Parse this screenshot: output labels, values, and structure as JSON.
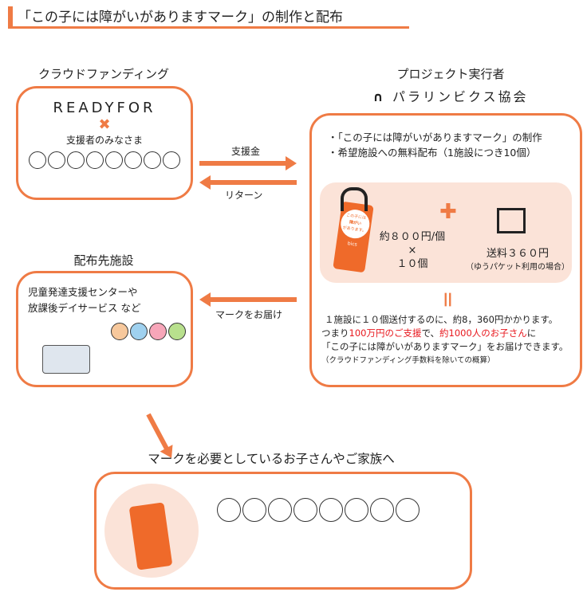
{
  "title": "「この子には障がいがありますマーク」の制作と配布",
  "crowdfunding": {
    "heading": "クラウドファンディング",
    "platform": "READYFOR",
    "cross": "✖",
    "supporters": "支援者のみなさま"
  },
  "flows": {
    "support": "支援金",
    "return": "リターン",
    "deliver": "マークをお届け"
  },
  "project": {
    "heading": "プロジェクト実行者",
    "org": "パラリンビクス協会",
    "bullets": [
      "・「この子には障がいがありますマーク」の制作",
      "・希望施設への無料配布（1施設につき10個）"
    ],
    "unit_price": "約８００円/個",
    "times": "×",
    "quantity": "１０個",
    "plus": "✚",
    "shipping": "送料３６０円",
    "shipping_note": "（ゆうパケット利用の場合）",
    "equals": "＝",
    "summary1": "１施設に１０個送付するのに、約8，360円かかります。",
    "summary2_a": "つまり",
    "summary2_b": "100万円のご支援",
    "summary2_c": "で、",
    "summary2_d": "約1000人のお子さん",
    "summary2_e": "に",
    "summary3": "「この子には障がいがありますマーク」をお届けできます。",
    "note": "（クラウドファンディング手数料を除いての概算）",
    "tag_text": [
      "この子には",
      "障がい",
      "があります。"
    ],
    "tag_brand": "bics"
  },
  "facilities": {
    "heading": "配布先施設",
    "line1": "児童発達支援センターや",
    "line2": "放課後デイサービス など"
  },
  "bottom": {
    "heading": "マークを必要としているお子さんやご家族へ"
  },
  "colors": {
    "accent": "#ef7b45",
    "pink": "#fbe3d8",
    "red": "#e8181e"
  }
}
